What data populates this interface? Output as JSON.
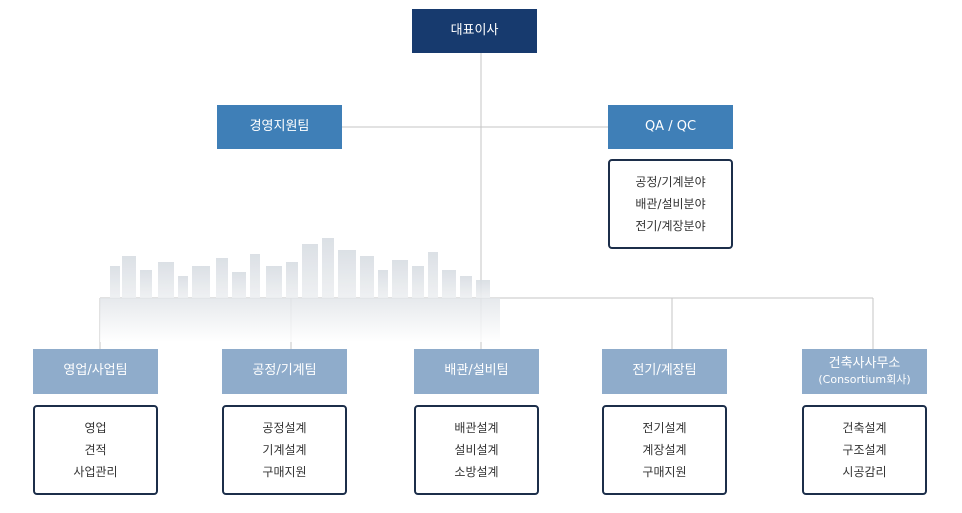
{
  "ceo": {
    "label": "대표이사"
  },
  "management": {
    "label": "경영지원팀"
  },
  "qa": {
    "label": "QA / QC",
    "items": [
      "공정/기계분야",
      "배관/설비분야",
      "전기/계장분야"
    ]
  },
  "departments": [
    {
      "name": "영업/사업팀",
      "sub": "",
      "items": [
        "영업",
        "견적",
        "사업관리"
      ]
    },
    {
      "name": "공정/기계팀",
      "sub": "",
      "items": [
        "공정설계",
        "기계설계",
        "구매지원"
      ]
    },
    {
      "name": "배관/설비팀",
      "sub": "",
      "items": [
        "배관설계",
        "설비설계",
        "소방설계"
      ]
    },
    {
      "name": "전기/계장팀",
      "sub": "",
      "items": [
        "전기설계",
        "계장설계",
        "구매지원"
      ]
    },
    {
      "name": "건축사사무소",
      "sub": "(Consortium회사)",
      "items": [
        "건축설계",
        "구조설계",
        "시공감리"
      ]
    }
  ]
}
